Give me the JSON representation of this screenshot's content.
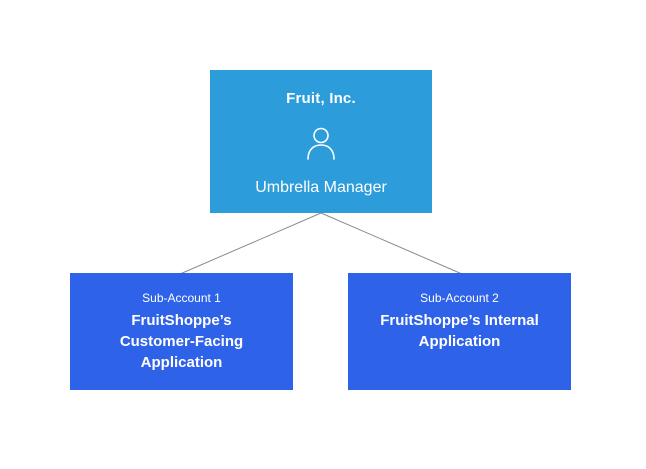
{
  "diagram": {
    "root": {
      "title": "Fruit, Inc.",
      "icon": "person-icon",
      "subtitle": "Umbrella Manager"
    },
    "children": [
      {
        "label": "Sub-Account 1",
        "title": "FruitShoppe’s Customer-Facing Application"
      },
      {
        "label": "Sub-Account 2",
        "title": "FruitShoppe’s Internal Application"
      }
    ],
    "colors": {
      "root_bg": "#2D9CDB",
      "child_bg": "#2E62E8",
      "connector": "#8c8c8c",
      "text": "#ffffff"
    }
  }
}
